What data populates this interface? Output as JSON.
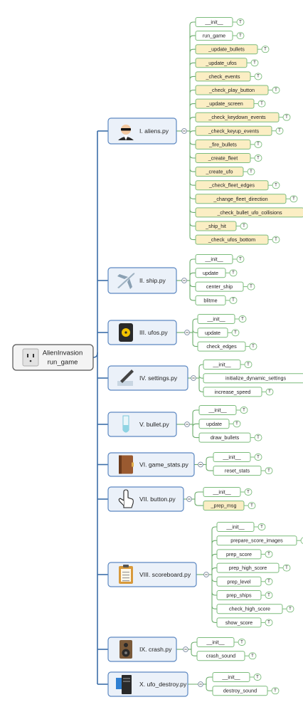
{
  "root": {
    "icon": "outlet-icon",
    "line1": "AlienInvasion",
    "line2": "run_game"
  },
  "modules": [
    {
      "label": "I. aliens.py",
      "icon": "agent-face-icon",
      "methods": [
        {
          "label": "__init__",
          "hl": false
        },
        {
          "label": "run_game",
          "hl": false
        },
        {
          "label": "_update_bullets",
          "hl": true
        },
        {
          "label": "_update_ufos",
          "hl": true
        },
        {
          "label": "_check_events",
          "hl": true
        },
        {
          "label": "_check_play_button",
          "hl": true
        },
        {
          "label": "_update_screen",
          "hl": true
        },
        {
          "label": "_check_keydown_events",
          "hl": true
        },
        {
          "label": "_check_keyup_events",
          "hl": true
        },
        {
          "label": "_fire_bullets",
          "hl": true
        },
        {
          "label": "_create_fleet",
          "hl": true
        },
        {
          "label": "_create_ufo",
          "hl": true
        },
        {
          "label": "_check_fleet_edges",
          "hl": true
        },
        {
          "label": "_change_fleet_direction",
          "hl": true
        },
        {
          "label": "_check_bullet_ufo_collisions",
          "hl": true
        },
        {
          "label": "_ship_hit",
          "hl": true
        },
        {
          "label": "_check_ufos_bottom",
          "hl": true
        }
      ]
    },
    {
      "label": "II. ship.py",
      "icon": "airplane-icon",
      "methods": [
        {
          "label": "__init__",
          "hl": false
        },
        {
          "label": "update",
          "hl": false
        },
        {
          "label": "center_ship",
          "hl": false
        },
        {
          "label": "blitme",
          "hl": false
        }
      ]
    },
    {
      "label": "III. ufos.py",
      "icon": "radiation-barrel-icon",
      "methods": [
        {
          "label": "__init__",
          "hl": false
        },
        {
          "label": "update",
          "hl": false
        },
        {
          "label": "check_edges",
          "hl": false
        }
      ]
    },
    {
      "label": "IV. settings.py",
      "icon": "pen-writing-icon",
      "methods": [
        {
          "label": "__init__",
          "hl": false
        },
        {
          "label": "initialize_dynamic_settings",
          "hl": false
        },
        {
          "label": "increase_speed",
          "hl": false
        }
      ]
    },
    {
      "label": "V. bullet.py",
      "icon": "test-tube-icon",
      "methods": [
        {
          "label": "__init__",
          "hl": false
        },
        {
          "label": "update",
          "hl": false
        },
        {
          "label": "draw_bullets",
          "hl": false
        }
      ]
    },
    {
      "label": "VI. game_stats.py",
      "icon": "notebook-icon",
      "methods": [
        {
          "label": "__init__",
          "hl": false
        },
        {
          "label": "reset_stats",
          "hl": false
        }
      ]
    },
    {
      "label": "VII. button.py",
      "icon": "pointing-hand-icon",
      "methods": [
        {
          "label": "__init__",
          "hl": false
        },
        {
          "label": "_prep_msg",
          "hl": true
        }
      ]
    },
    {
      "label": "VIII. scoreboard.py",
      "icon": "clipboard-icon",
      "methods": [
        {
          "label": "__init__",
          "hl": false
        },
        {
          "label": "prepare_score_images",
          "hl": false
        },
        {
          "label": "prep_score",
          "hl": false
        },
        {
          "label": "prep_high_score",
          "hl": false
        },
        {
          "label": "prep_level",
          "hl": false
        },
        {
          "label": "prep_ships",
          "hl": false
        },
        {
          "label": "check_high_score",
          "hl": false
        },
        {
          "label": "show_score",
          "hl": false
        }
      ]
    },
    {
      "label": "IX. crash.py",
      "icon": "speaker-icon",
      "methods": [
        {
          "label": "__init__",
          "hl": false
        },
        {
          "label": "crash_sound",
          "hl": false
        }
      ]
    },
    {
      "label": "X. ufo_destroy.py",
      "icon": "computer-tower-icon",
      "methods": [
        {
          "label": "__init__",
          "hl": false
        },
        {
          "label": "destroy_sound",
          "hl": false
        }
      ]
    }
  ],
  "badge_text": "T",
  "colors": {
    "main_fill": "#ebf1f9",
    "main_border": "#5c88c2",
    "green_border": "#7cbc7c",
    "green_fill": "#ffffff",
    "hl_fill": "#fbeec4",
    "root_fill": "#f4f4f4",
    "root_border": "#555555",
    "trunk_line": "#3c6ea8",
    "branch_line": "#6aab6a"
  }
}
